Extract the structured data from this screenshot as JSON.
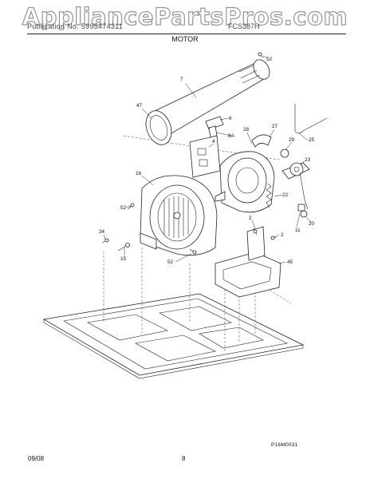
{
  "watermark": "AppliancePartsPros.com",
  "header": {
    "left": "Publication No. 5995474311",
    "right": "FCS387H",
    "section_title": "MOTOR"
  },
  "diagram": {
    "callouts": [
      "52",
      "7",
      "47",
      "6",
      "8A",
      "4",
      "28",
      "27",
      "29",
      "25",
      "23",
      "16",
      "22",
      "52",
      "2",
      "20",
      "11",
      "34",
      "2",
      "15",
      "52",
      "45"
    ],
    "drawing_number": "P16M0031"
  },
  "footer": {
    "date": "09/08",
    "page": "8"
  }
}
